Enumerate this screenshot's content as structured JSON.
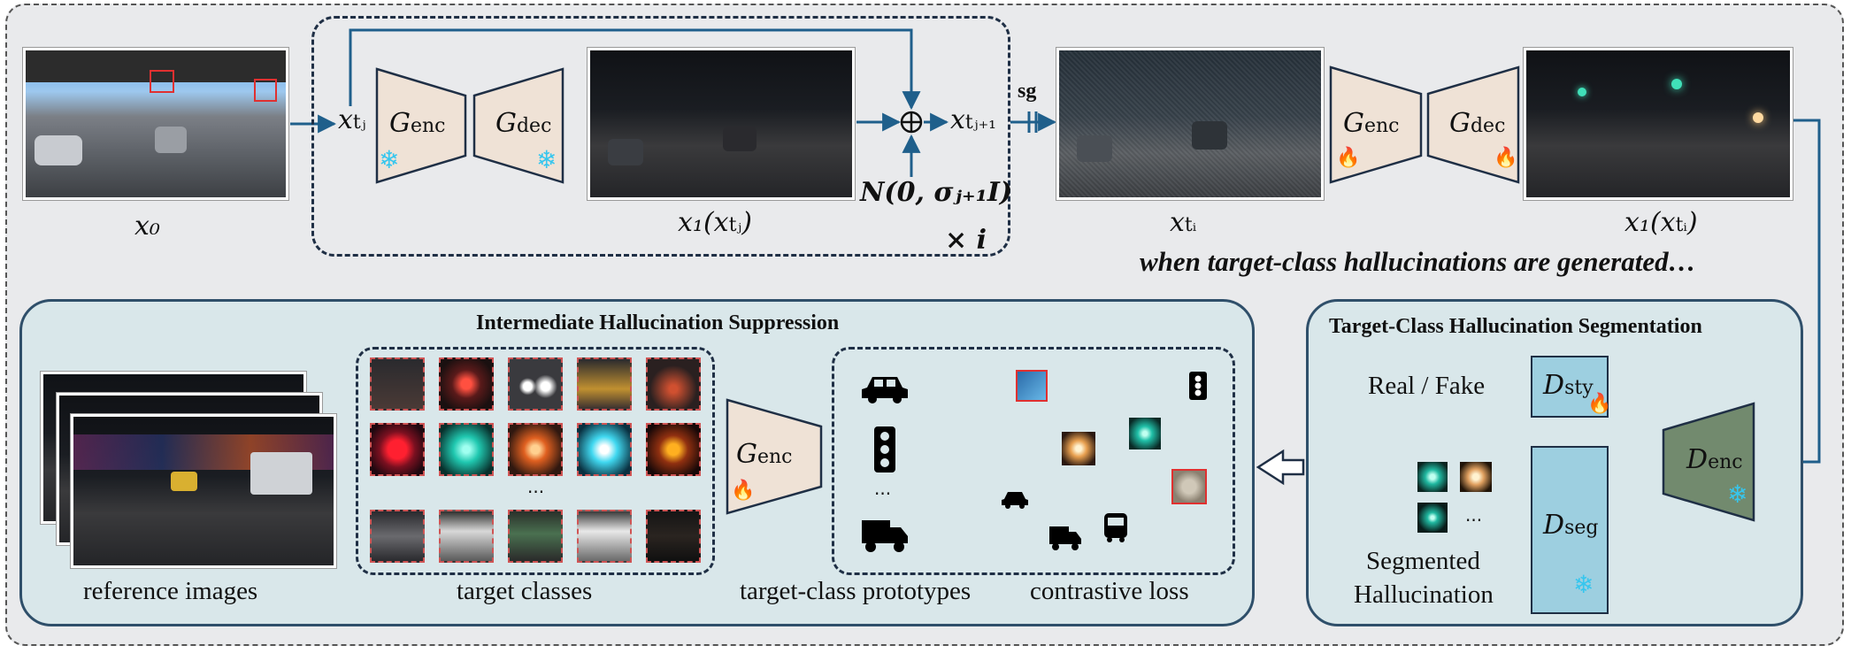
{
  "top": {
    "x0": "x₀",
    "xtj": "x",
    "xtj_sub": "tⱼ",
    "g_enc": "G",
    "g_enc_sub": "enc",
    "g_dec": "G",
    "g_dec_sub": "dec",
    "x1_xtj": "x₁(x",
    "x1_xtj_sub": "tⱼ",
    "x1_xtj_close": ")",
    "xtj1": "x",
    "xtj1_sub": "tⱼ₊₁",
    "noise": "N(0, σⱼ₊₁I)",
    "times_i": "× i",
    "sg": "sg",
    "xti": "x",
    "xti_sub": "tᵢ",
    "x1_xti": "x₁(x",
    "x1_xti_sub": "tᵢ",
    "x1_xti_close": ")",
    "when": "when target-class hallucinations are generated…"
  },
  "ihs": {
    "title": "Intermediate Hallucination Suppression",
    "reference_images": "reference images",
    "target_classes": "target classes",
    "ellipsis": "···",
    "g_enc": "G",
    "g_enc_sub": "enc",
    "prototypes": "target-class prototypes",
    "contrastive": "contrastive loss",
    "proto_ellipsis": "···"
  },
  "tchs": {
    "title": "Target-Class Hallucination Segmentation",
    "real_fake": "Real / Fake",
    "d_sty": "D",
    "d_sty_sub": "sty",
    "d_seg": "D",
    "d_seg_sub": "seg",
    "d_enc": "D",
    "d_enc_sub": "enc",
    "seg_ellipsis": "···",
    "segmented": "Segmented",
    "hallucination": "Hallucination"
  },
  "icons": {
    "frozen": "snowflake-icon",
    "trainable": "fire-icon",
    "car": "car-icon",
    "traffic_light": "traffic-light-icon",
    "truck": "truck-icon",
    "bus": "bus-icon"
  },
  "colors": {
    "arrow": "#1f5f8b",
    "contrast_arrow": "#e02020",
    "generator": "#efe2d6",
    "discriminator_enc": "#728a6e",
    "discriminator_head": "#9dcfe0",
    "panel": "#d9e7ea"
  }
}
